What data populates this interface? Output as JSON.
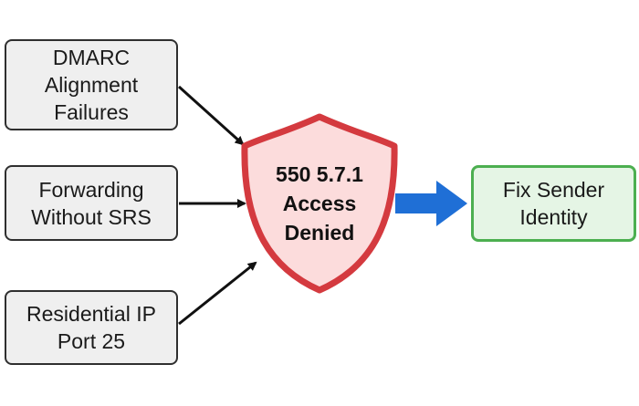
{
  "causes": [
    {
      "label": "DMARC\nAlignment\nFailures"
    },
    {
      "label": "Forwarding\nWithout SRS"
    },
    {
      "label": "Residential IP\nPort 25"
    }
  ],
  "error": {
    "label": "550 5.7.1\nAccess\nDenied"
  },
  "resolution": {
    "label": "Fix Sender\nIdentity"
  },
  "colors": {
    "shield_fill": "#fcdcdc",
    "shield_stroke": "#d43a3f",
    "arrow_blue": "#1f6fd6",
    "result_border": "#4caf50",
    "result_fill": "#e5f5e5",
    "cause_fill": "#efefef"
  }
}
